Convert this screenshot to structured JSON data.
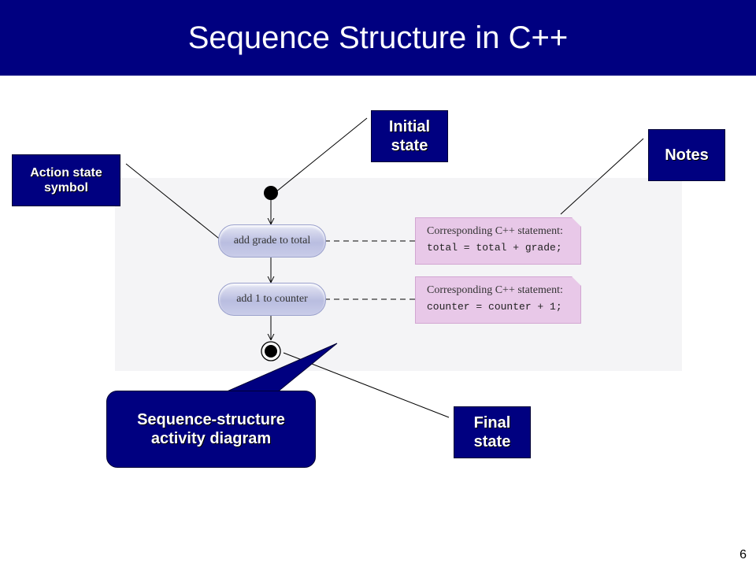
{
  "slide": {
    "title": "Sequence Structure in C++",
    "page_number": "6"
  },
  "callouts": {
    "initial_state": "Initial\nstate",
    "action_state_symbol": "Action state\nsymbol",
    "notes": "Notes",
    "final_state": "Final\nstate",
    "diagram_caption": "Sequence-structure\nactivity diagram"
  },
  "diagram": {
    "actions": [
      {
        "label": "add grade to total"
      },
      {
        "label": "add 1 to counter"
      }
    ],
    "notes": [
      {
        "heading": "Corresponding C++ statement:",
        "code": "total = total + grade;"
      },
      {
        "heading": "Corresponding C++ statement:",
        "code": "counter = counter + 1;"
      }
    ]
  },
  "colors": {
    "title_bar": "#000080",
    "callout_fill": "#000080",
    "action_fill": "#c5c8e6",
    "note_fill": "#e8c8e8"
  }
}
